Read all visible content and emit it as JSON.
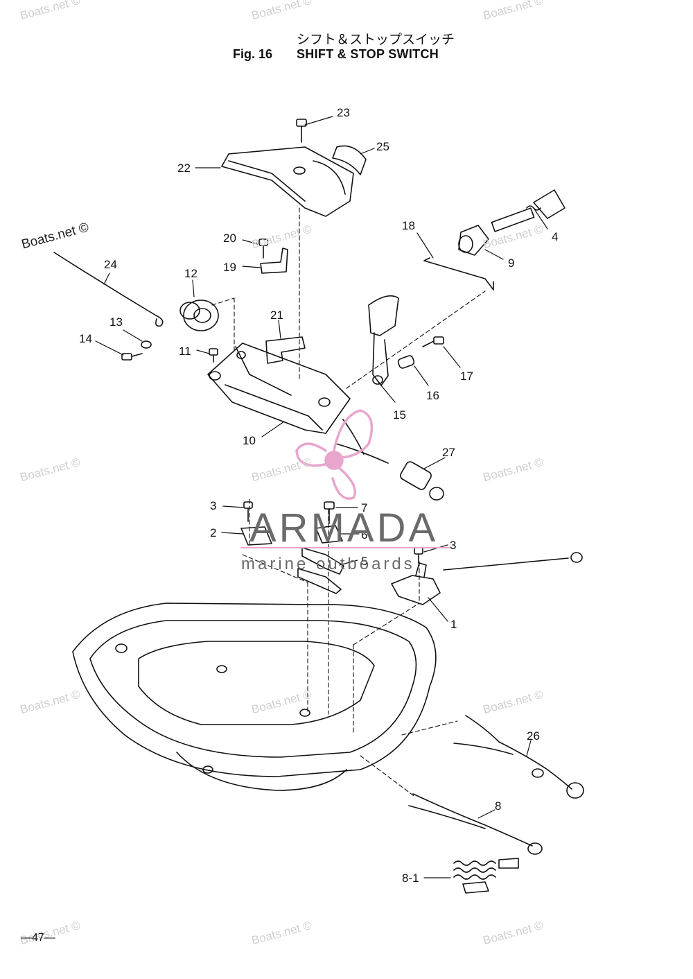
{
  "header": {
    "japanese_title": "シフト＆ストップスイッチ",
    "fig_label": "Fig. 16",
    "title": "SHIFT & STOP SWITCH"
  },
  "callouts": {
    "p23": "23",
    "p25": "25",
    "p22": "22",
    "p18": "18",
    "p4": "4",
    "p20": "20",
    "p9": "9",
    "p19": "19",
    "p24": "24",
    "p12": "12",
    "p21": "21",
    "p13": "13",
    "p14": "14",
    "p11": "11",
    "p17": "17",
    "p16": "16",
    "p15": "15",
    "p10": "10",
    "p27": "27",
    "p3a": "3",
    "p7": "7",
    "p2": "2",
    "p6": "6",
    "p5": "5",
    "p3b": "3",
    "p1": "1",
    "p26": "26",
    "p8": "8",
    "p8_1": "8-1"
  },
  "watermarks": {
    "boats": "Boats.net ©"
  },
  "brand": {
    "name": "ARMADA",
    "tagline": "marine outboards",
    "pink": "#e8a6cc",
    "gray": "#6a6a6a"
  },
  "footer": {
    "page_number": "—47—"
  }
}
